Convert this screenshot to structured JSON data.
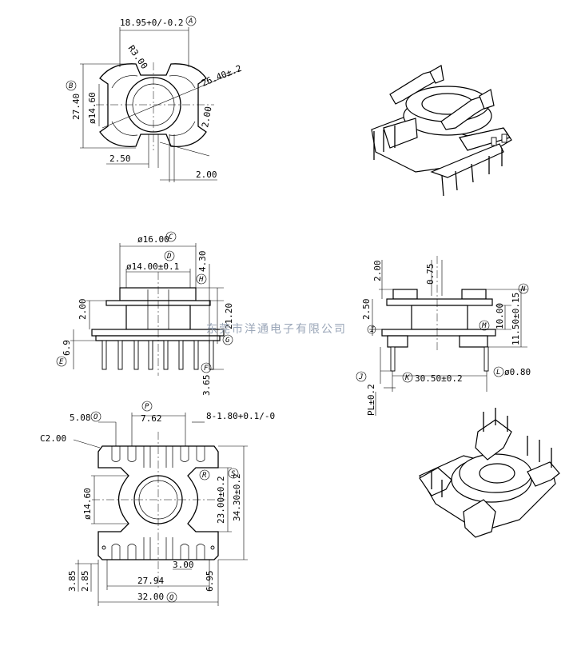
{
  "top_view": {
    "width_dim": "18.95+0/-0.2",
    "ref_a": "A",
    "radius": "R3.00",
    "diag_dim": "26.40±.2",
    "ref_b": "B",
    "height_dim": "27.40",
    "bore_dim": "ø14.60",
    "slot_dim": "2.00",
    "offset_dim": "2.50",
    "gap_dim": "2.00"
  },
  "front_view": {
    "outer_dim": "ø16.00",
    "ref_c": "C",
    "ref_d": "D",
    "inner_dim": "ø14.00±0.1",
    "ref_h": "H",
    "flange_dim": "4.30",
    "step_dim": "2.00",
    "ref_g": "G",
    "height_dim": "21.20",
    "ref_e": "E",
    "base_dim": "6.9",
    "ref_f": "F",
    "pin_dim": "3.65"
  },
  "side_view": {
    "top_dim": "2.00",
    "slot_dim": "0.75",
    "ref_n": "N",
    "body_dim": "2.50",
    "ref_i": "I",
    "ref_m": "M",
    "core_dim": "10.00",
    "height_dim": "11.50±0.15",
    "ref_j": "J",
    "ref_k": "K",
    "span_dim": "30.50±0.2",
    "ref_l": "L",
    "pin_dia": "ø0.80",
    "pl_dim": "PL±0.2"
  },
  "bottom_view": {
    "ref_o": "O",
    "left_dim": "5.08",
    "ref_p": "P",
    "pitch_dim": "7.62",
    "slot_dim": "8-1.80+0.1/-0",
    "chamfer": "C2.00",
    "bore_dim": "ø14.60",
    "ref_r": "R",
    "inner_dim": "23.00±0.2",
    "ref_s": "S",
    "outer_dim": "34.30±0.2",
    "foot_dim": "3.00",
    "dim_385": "3.85",
    "dim_285": "2.85",
    "pin_span": "27.94",
    "dim_695": "6.95",
    "total_width": "32.00",
    "ref_q": "Q"
  },
  "watermark": "东莞市洋通电子有限公司"
}
